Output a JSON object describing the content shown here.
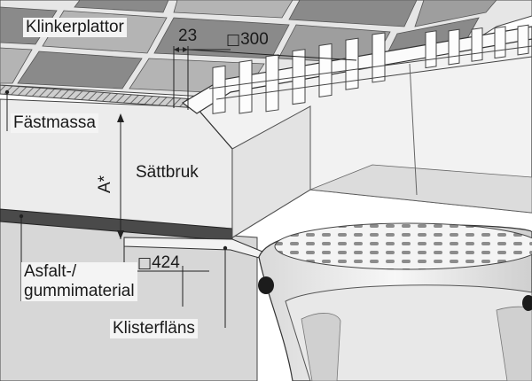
{
  "labels": {
    "klinkerplattor": "Klinkerplattor",
    "fastmassa": "Fästmassa",
    "sattbruk": "Sättbruk",
    "asfalt": "Asfalt-/\ngummimaterial",
    "klisterflans": "Klisterfläns",
    "a_star": "A*"
  },
  "dimensions": {
    "width_23": "23",
    "square_symbol": "□",
    "size_300": "300",
    "size_424": "424"
  },
  "colors": {
    "tile_dark": "#8a8a8a",
    "tile_light": "#b4b4b4",
    "grout": "#e6e6e6",
    "mortar": "#ececec",
    "asphalt": "#4a4a4a",
    "ground": "#d7d7d7",
    "steel": "#f2f2f2",
    "outline": "#333333"
  }
}
